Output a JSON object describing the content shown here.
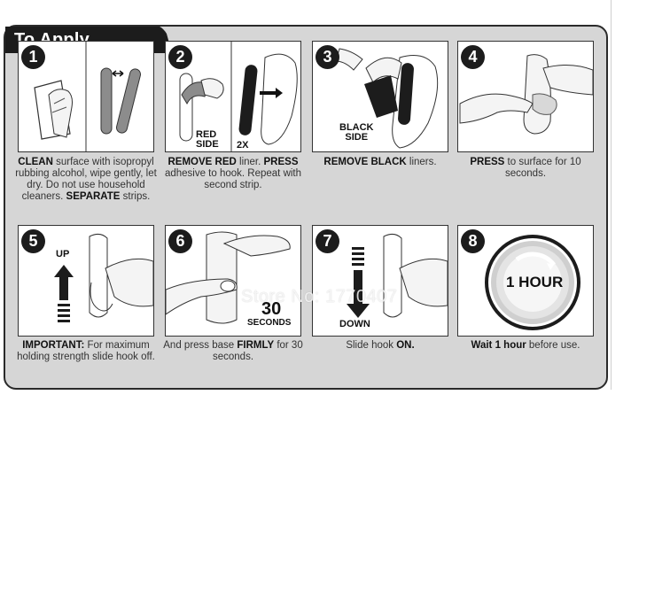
{
  "header": {
    "title": "To Apply"
  },
  "steps": [
    {
      "number": "1",
      "caption_parts": [
        "CLEAN",
        " surface with isopropyl rubbing alcohol, wipe gently, let dry. Do not use household cleaners. ",
        "SEPARATE",
        " strips."
      ]
    },
    {
      "number": "2",
      "labels": {
        "red_side": "RED\nSIDE",
        "times": "2X"
      },
      "caption_parts": [
        "REMOVE RED",
        " liner. ",
        "PRESS",
        " adhesive to hook. Repeat with second strip."
      ]
    },
    {
      "number": "3",
      "labels": {
        "black_side": "BLACK\nSIDE"
      },
      "caption_parts": [
        "REMOVE BLACK",
        " liners."
      ]
    },
    {
      "number": "4",
      "caption_parts": [
        "PRESS",
        " to surface for 10 seconds."
      ]
    },
    {
      "number": "5",
      "labels": {
        "up": "UP"
      },
      "caption_parts": [
        "IMPORTANT:",
        " For maximum holding strength slide hook off."
      ]
    },
    {
      "number": "6",
      "labels": {
        "seconds_value": "30",
        "seconds_unit": "SECONDS"
      },
      "caption_parts": [
        "",
        "And press base ",
        "FIRMLY",
        " for 30 seconds."
      ]
    },
    {
      "number": "7",
      "labels": {
        "down": "DOWN"
      },
      "caption_parts": [
        "",
        "Slide hook ",
        "ON."
      ]
    },
    {
      "number": "8",
      "labels": {
        "clock": "1 HOUR"
      },
      "caption_parts": [
        "Wait 1 hour",
        " before use."
      ]
    }
  ],
  "watermark": "Store No: 1770407",
  "colors": {
    "panel_bg": "#ffffff",
    "card_bg": "#d6d6d6",
    "dark": "#1c1c1c",
    "strip_gray": "#8c8c8c"
  }
}
